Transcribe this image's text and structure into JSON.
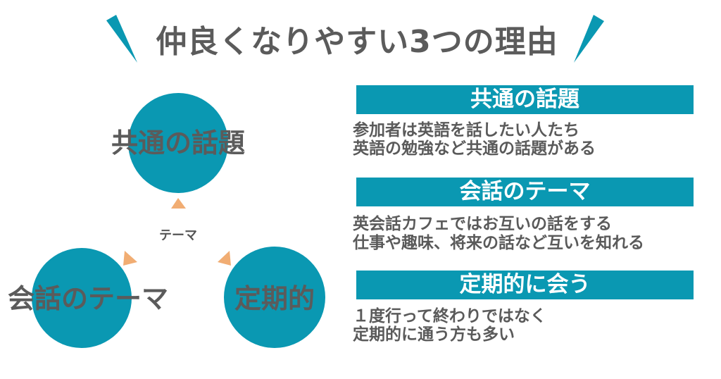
{
  "title": "仲良くなりやすい3つの理由",
  "colors": {
    "accent": "#0a98b2",
    "arrow": "#f1ad73",
    "text": "#5b5b5b"
  },
  "diagram": {
    "center_label": "テーマ",
    "nodes": [
      {
        "label": "共通の話題"
      },
      {
        "label": "会話のテーマ"
      },
      {
        "label": "定期的"
      }
    ]
  },
  "reasons": [
    {
      "heading": "共通の話題",
      "lines": [
        "参加者は英語を話したい人たち",
        "英語の勉強など共通の話題がある"
      ]
    },
    {
      "heading": "会話のテーマ",
      "lines": [
        "英会話カフェではお互いの話をする",
        "仕事や趣味、将来の話など互いを知れる"
      ]
    },
    {
      "heading": "定期的に会う",
      "lines": [
        "１度行って終わりではなく",
        "定期的に通う方も多い"
      ]
    }
  ]
}
